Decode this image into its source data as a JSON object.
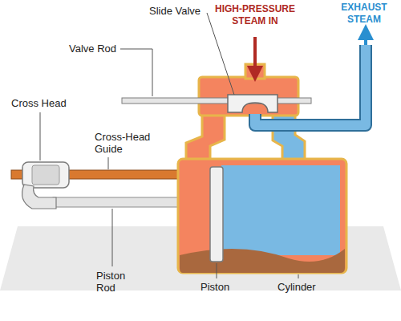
{
  "diagram": {
    "labels": [
      "Slide Valve",
      "HIGH-PRESSURE STEAM IN",
      "EXHAUST STEAM",
      "Valve Rod",
      "Cross Head",
      "Cross-Head Guide",
      "Piston Rod",
      "Piston",
      "Cylinder"
    ]
  }
}
